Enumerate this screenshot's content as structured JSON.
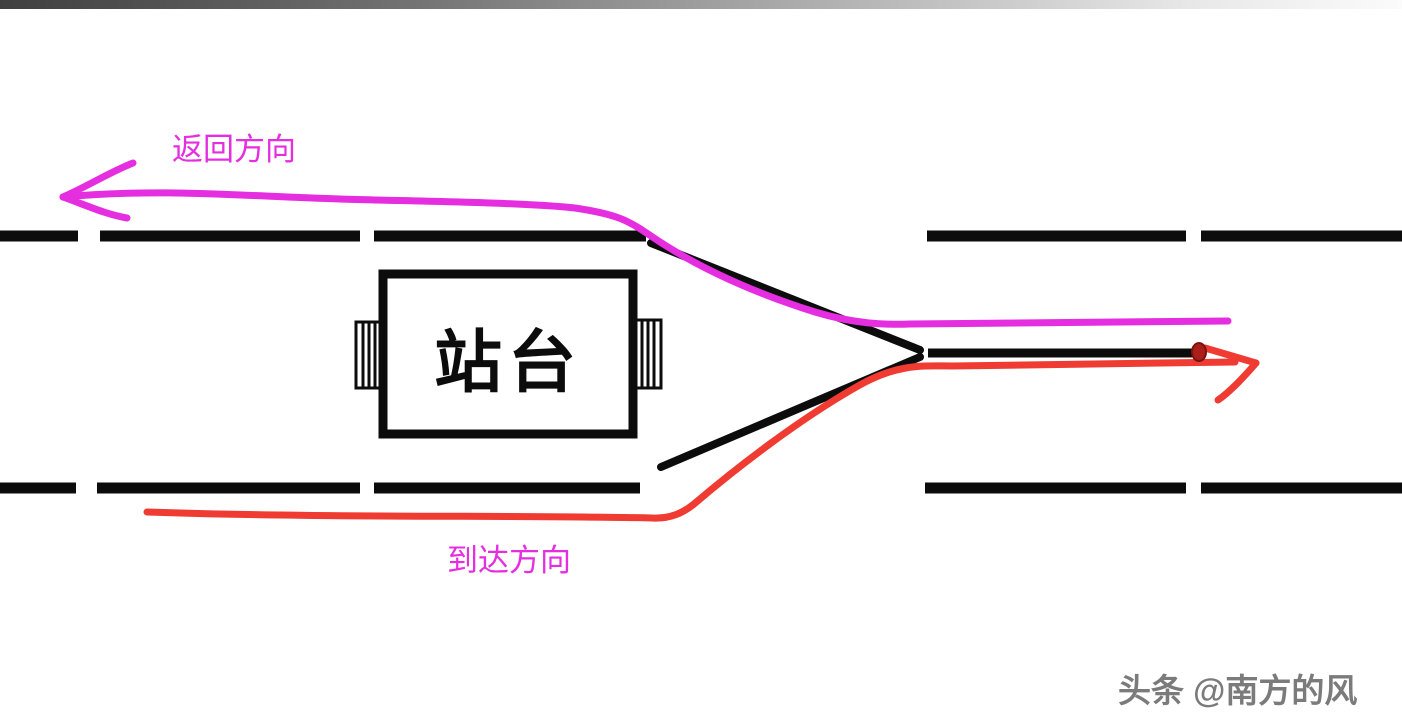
{
  "diagram": {
    "platform_label": "站台",
    "return_label": "返回方向",
    "arrival_label": "到达方向"
  },
  "watermark": {
    "text": "头条 @南方的风"
  },
  "colors": {
    "track_black": "#0c0c0c",
    "magenta": "#e52ee0",
    "red": "#ef3b32",
    "dot_red": "#aa1f1a",
    "watermark_gray": "#7b7b7b"
  }
}
